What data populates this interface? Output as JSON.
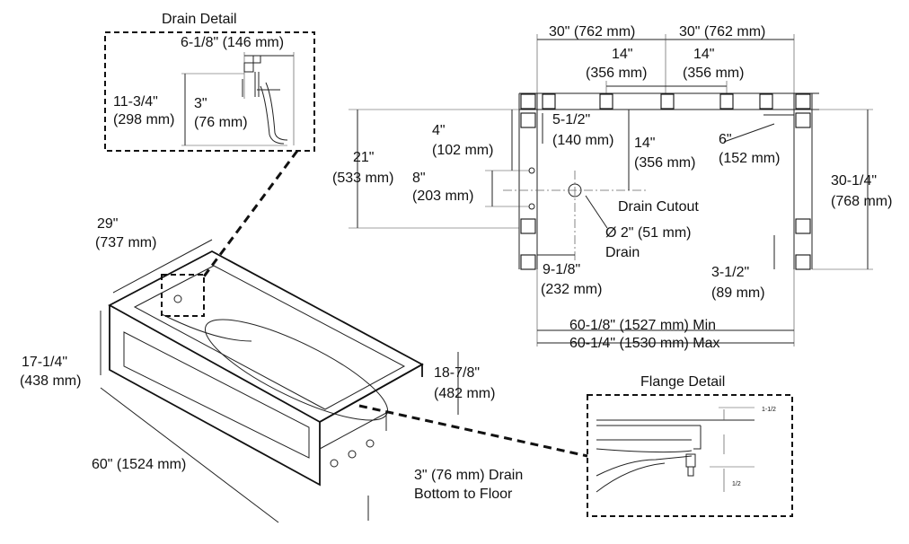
{
  "detail_titles": {
    "drain_detail": "Drain Detail",
    "flange_detail": "Flange Detail"
  },
  "drain_detail": {
    "top_dim": "6-1/8\" (146 mm)",
    "height_in": "11-3/4\"",
    "height_mm": "(298 mm)",
    "inner_in": "3\"",
    "inner_mm": "(76 mm)"
  },
  "tub_view": {
    "width_in": "29\"",
    "width_mm": "(737 mm)",
    "height_in": "17-1/4\"",
    "height_mm": "(438 mm)",
    "length": "60\" (1524 mm)",
    "apron_in": "18-7/8\"",
    "apron_mm": "(482 mm)",
    "drain_to_floor_1": "3\" (76 mm) Drain",
    "drain_to_floor_2": "Bottom to Floor"
  },
  "plan_view": {
    "top_left": "30\" (762 mm)",
    "top_right": "30\" (762 mm)",
    "stud_left_in": "14\"",
    "stud_left_mm": "(356 mm)",
    "stud_right_in": "14\"",
    "stud_right_mm": "(356 mm)",
    "d4_in": "4\"",
    "d4_mm": "(102 mm)",
    "d5_in": "5-1/2\"",
    "d5_mm": "(140 mm)",
    "d14_in": "14\"",
    "d14_mm": "(356 mm)",
    "d6_in": "6\"",
    "d6_mm": "(152 mm)",
    "d21_in": "21\"",
    "d21_mm": "(533 mm)",
    "d8_in": "8\"",
    "d8_mm": "(203 mm)",
    "d30_in": "30-1/4\"",
    "d30_mm": "(768 mm)",
    "drain_cutout": "Drain Cutout",
    "drain_dia": "Ø 2\" (51 mm)",
    "drain_word": "Drain",
    "d9_in": "9-1/8\"",
    "d9_mm": "(232 mm)",
    "d3_in": "3-1/2\"",
    "d3_mm": "(89 mm)",
    "min_len": "60-1/8\" (1527 mm) Min",
    "max_len": "60-1/4\" (1530 mm) Max"
  },
  "flange_detail": {
    "top_note": "1-1/2",
    "bottom_note": "1/2"
  }
}
